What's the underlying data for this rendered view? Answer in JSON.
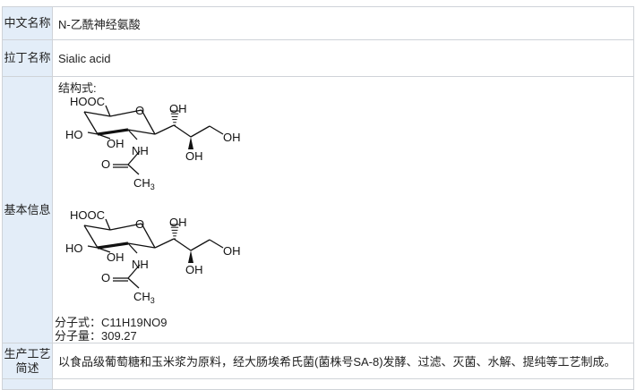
{
  "rows": [
    {
      "label": "中文名称",
      "value": "N-乙酰神经氨酸"
    },
    {
      "label": "拉丁名称",
      "value": "Sialic acid"
    },
    {
      "label": "基本信息",
      "structure_label": "结构式:",
      "formula": "分子式：C11H19NO9",
      "weight": "分子量：309.27"
    },
    {
      "label": "生产工艺简述",
      "value": "以食品级葡萄糖和玉米浆为原料，经大肠埃希氏菌(菌株号SA-8)发酵、过滤、灭菌、水解、提纯等工艺制成。"
    }
  ],
  "molecule": {
    "cooh": "HOOC",
    "oh": "OH",
    "ho": "HO",
    "nh": "NH",
    "o": "O",
    "ch3": "CH",
    "sub3": "3"
  }
}
